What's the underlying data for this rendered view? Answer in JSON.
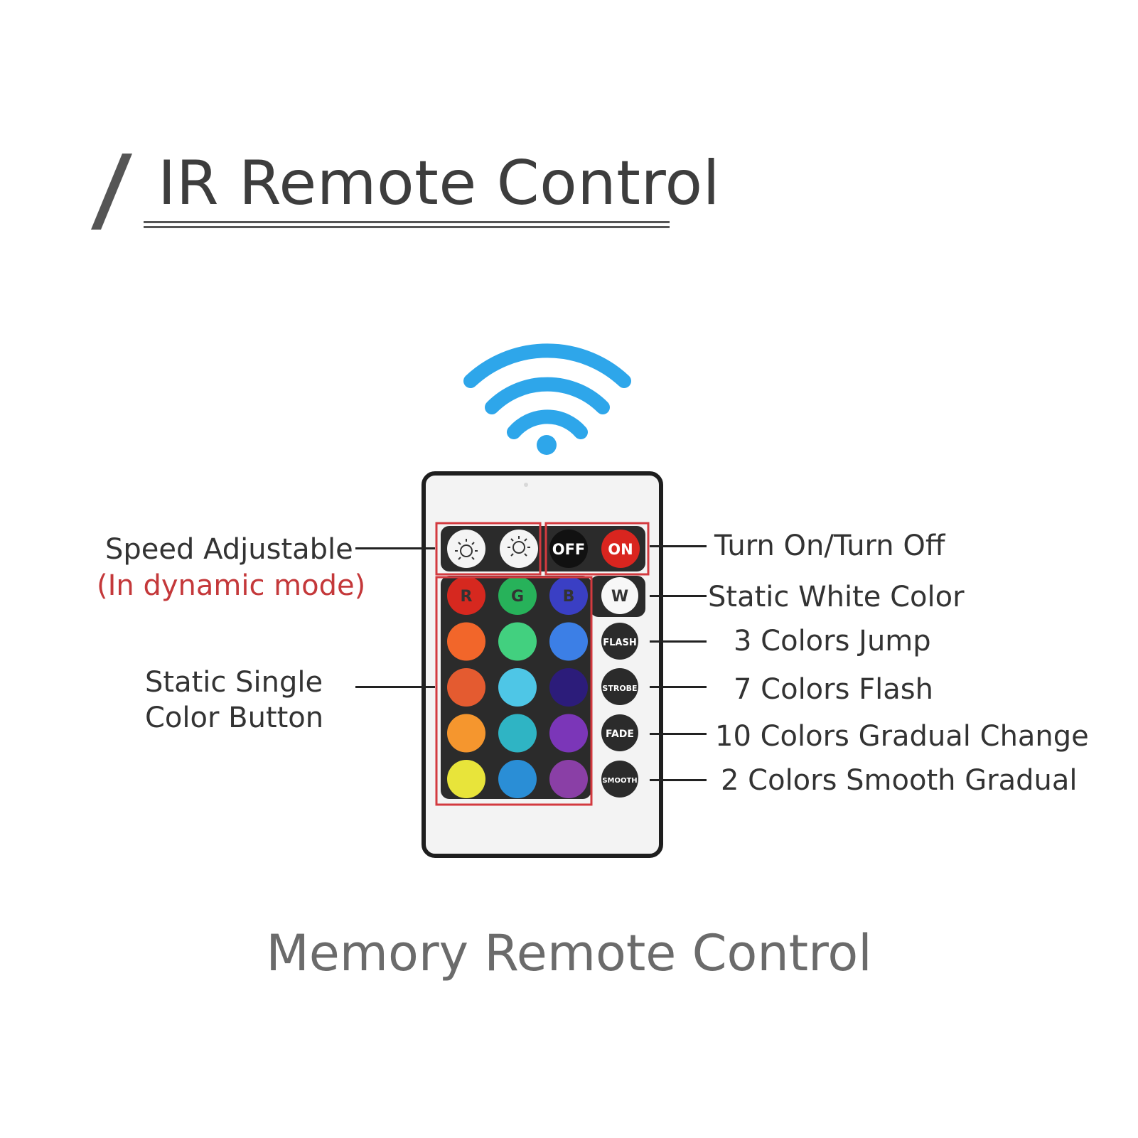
{
  "title": "IR Remote Control",
  "subtitle": "Memory Remote Control",
  "colors": {
    "wifi": "#2ea6ea",
    "highlight": "#d33a3f",
    "remote_panel": "#2b2b2b",
    "remote_body": "#f3f3f3"
  },
  "labels": {
    "speed": "Speed Adjustable",
    "speed_note": "(In dynamic mode)",
    "static_single_line1": "Static Single",
    "static_single_line2": "Color Button",
    "turn_on_off": "Turn On/Turn Off",
    "static_white": "Static White Color",
    "jump3": "3 Colors Jump",
    "flash7": "7 Colors Flash",
    "gradual10": "10 Colors Gradual Change",
    "smooth2": "2 Colors Smooth Gradual"
  },
  "remote": {
    "brightness_up_icon": "sun-up-icon",
    "brightness_down_icon": "sun-down-icon",
    "off_label": "OFF",
    "on_label": "ON",
    "r_label": "R",
    "g_label": "G",
    "b_label": "B",
    "w_label": "W",
    "flash_label": "FLASH",
    "strobe_label": "STROBE",
    "fade_label": "FADE",
    "smooth_label": "SMOOTH",
    "color_buttons": [
      {
        "row": 1,
        "col": 1,
        "color": "#d6281f"
      },
      {
        "row": 1,
        "col": 2,
        "color": "#27b25a"
      },
      {
        "row": 1,
        "col": 3,
        "color": "#3a3fc4"
      },
      {
        "row": 2,
        "col": 1,
        "color": "#f2662a"
      },
      {
        "row": 2,
        "col": 2,
        "color": "#42d07f"
      },
      {
        "row": 2,
        "col": 3,
        "color": "#3c7fe6"
      },
      {
        "row": 3,
        "col": 1,
        "color": "#e45b30"
      },
      {
        "row": 3,
        "col": 2,
        "color": "#4ec6e6"
      },
      {
        "row": 3,
        "col": 3,
        "color": "#2c1c7a"
      },
      {
        "row": 4,
        "col": 1,
        "color": "#f5962e"
      },
      {
        "row": 4,
        "col": 2,
        "color": "#2fb4c4"
      },
      {
        "row": 4,
        "col": 3,
        "color": "#7b36b8"
      },
      {
        "row": 5,
        "col": 1,
        "color": "#e8e43a"
      },
      {
        "row": 5,
        "col": 2,
        "color": "#2a8ed6"
      },
      {
        "row": 5,
        "col": 3,
        "color": "#8a3fa6"
      }
    ]
  }
}
